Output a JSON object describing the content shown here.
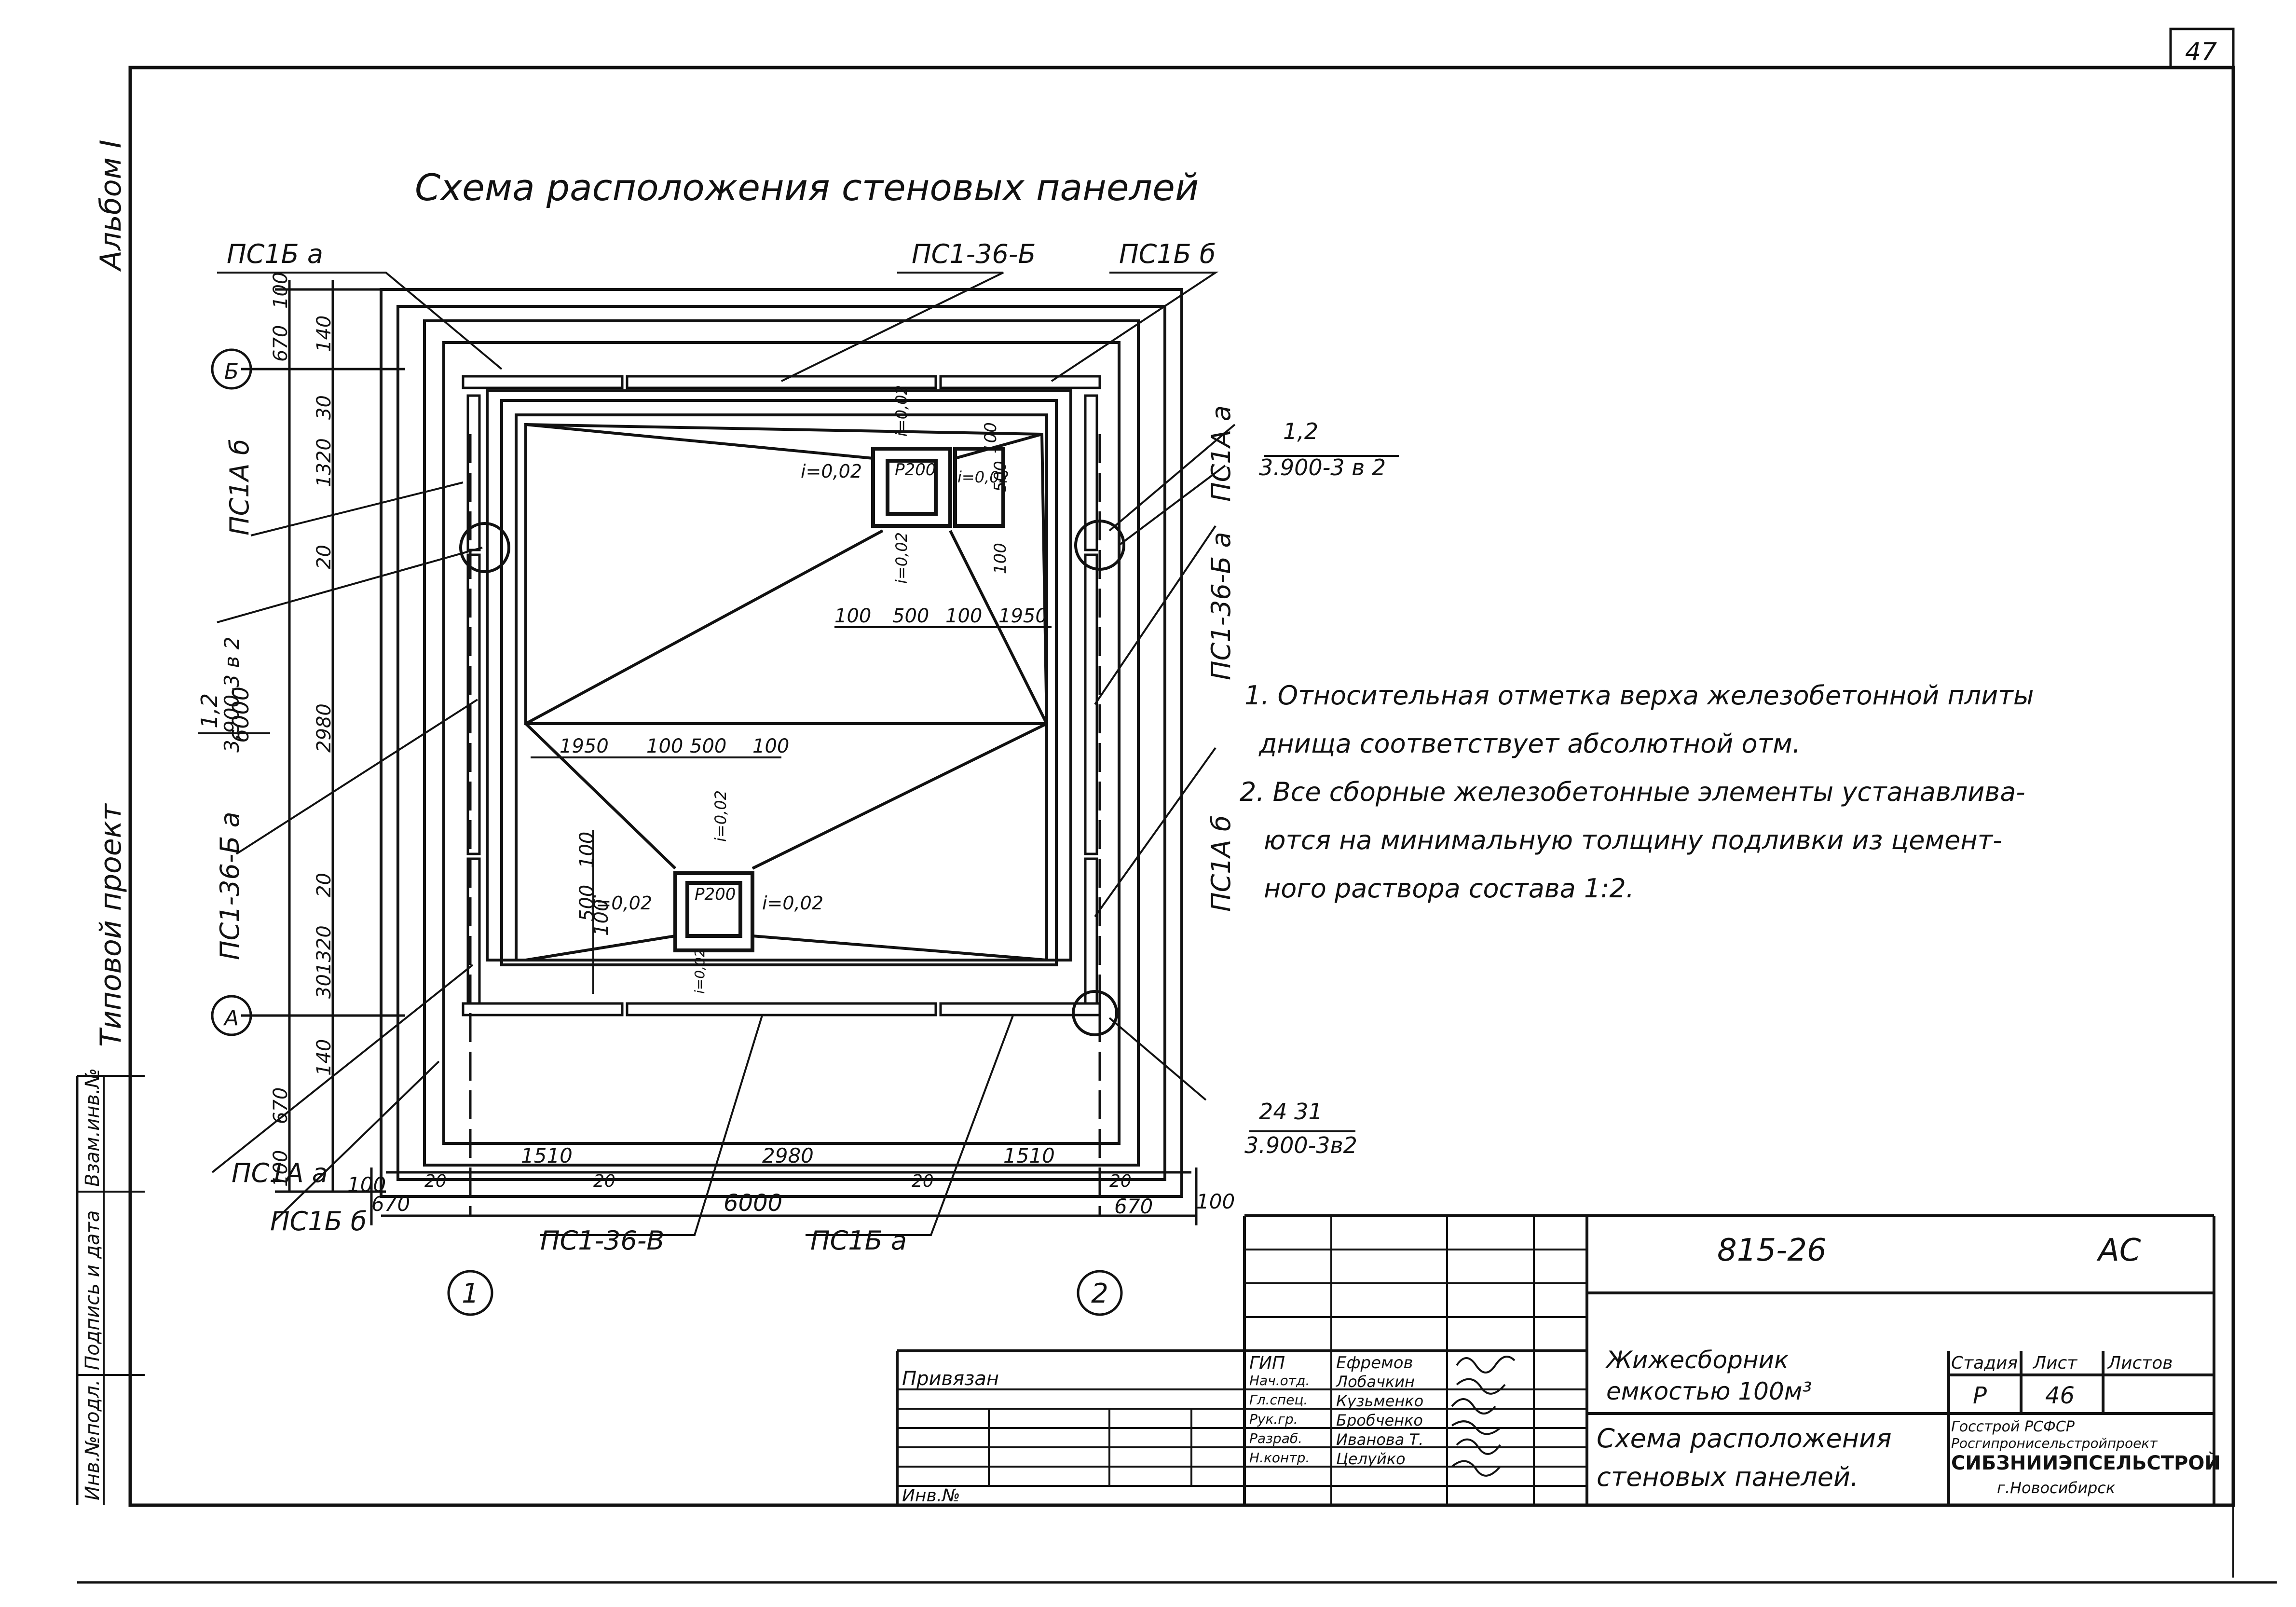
{
  "page_number": "47",
  "side": {
    "album": "Альбом I",
    "project": "Типовой проект",
    "stamp_cols": [
      "Инв.№подл.",
      "Подпись и дата",
      "Взам.инв.№"
    ]
  },
  "drawing": {
    "title": "Схема расположения стеновых панелей",
    "panel_labels": {
      "top_left": "ПС1Б а",
      "top_mid": "ПС1-36-Б",
      "top_right": "ПС1Б б",
      "left_upper": "ПС1А б",
      "left_mid": "ПС1-36-Б а",
      "left_lower": "ПС1А а",
      "bottom_left": "ПС1Б б",
      "bottom_mid": "ПС1-36-В",
      "bottom_right": "ПС1Б а",
      "right_upper": "ПС1А а",
      "right_mid": "ПС1-36-Б а",
      "right_lower": "ПС1А б"
    },
    "refs": {
      "right_ref_top": "1,2",
      "right_ref_bottom": "3.900-3 в 2",
      "left_ref_top": "1,2",
      "left_ref_bottom": "3.900-3 в 2",
      "corner_ref_top": "24 31",
      "corner_ref_bottom": "3.900-3в2"
    },
    "axes": {
      "axis_1": "1",
      "axis_2": "2",
      "axis_A": "А",
      "axis_B": "Б"
    },
    "dims_left": [
      "100",
      "670",
      "140",
      "30",
      "1320",
      "20",
      "2980",
      "20",
      "1320",
      "30",
      "140",
      "670",
      "100",
      "6000"
    ],
    "dims_bottom": [
      "100",
      "670",
      "20",
      "1510",
      "20",
      "2980",
      "20",
      "1510",
      "20",
      "670",
      "100",
      "6000"
    ],
    "dims_inner": [
      "100",
      "500",
      "100",
      "1950",
      "1950",
      "100",
      "500",
      "100",
      "100",
      "500",
      "100",
      "500",
      "100",
      "100"
    ],
    "slopes": [
      "i=0,02",
      "i=0,02",
      "i=0,02",
      "i=0,02",
      "i=0,02",
      "i=0,02",
      "i=0,02",
      "i=0,02"
    ],
    "pits": [
      "Р200",
      "Р200"
    ]
  },
  "notes": [
    "1. Относительная отметка верха железобетонной плиты",
    "днища соответствует абсолютной отм.",
    "2. Все сборные железобетонные элементы устанавлива-",
    "ются на минимальную толщину подливки из цемент-",
    "ного раствора состава 1:2."
  ],
  "title_block": {
    "code": "815-26",
    "mark": "АС",
    "object_line1": "Жижесборник",
    "object_line2": "емкостью 100м³",
    "sheet_title_line1": "Схема расположения",
    "sheet_title_line2": "стеновых панелей.",
    "stage_header": "Стадия",
    "sheet_header": "Лист",
    "sheets_header": "Листов",
    "stage": "Р",
    "sheet": "46",
    "org_line1": "Госстрой РСФСР",
    "org_line2": "Росгипронисельстройпроект",
    "org_line3": "СИБЗНИИЭПСЕЛЬСТРОЙ",
    "org_line4": "г.Новосибирск",
    "bound_label": "Привязан",
    "inv_label": "Инв.№",
    "roles": [
      "ГИП",
      "Нач.отд.",
      "Гл.спец.",
      "Рук.гр.",
      "Разраб.",
      "Н.контр."
    ],
    "names": [
      "Ефремов",
      "Лобачкин",
      "Кузьменко",
      "Бробченко",
      "Иванова Т.",
      "Целуйко"
    ]
  }
}
